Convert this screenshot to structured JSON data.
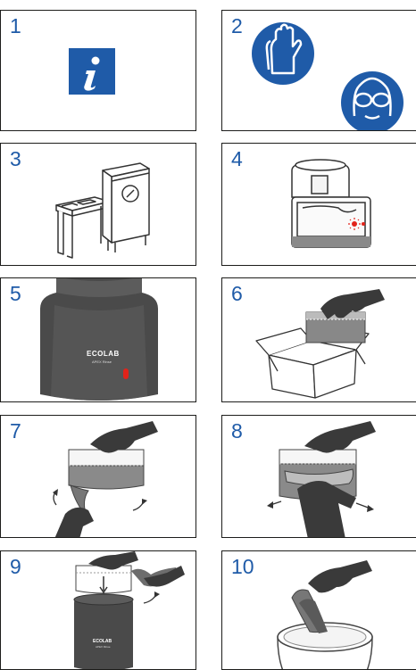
{
  "steps": [
    {
      "number": "1",
      "icon": "info-icon"
    },
    {
      "number": "2",
      "icon": "gloves-and-goggles-icon"
    },
    {
      "number": "3",
      "icon": "dishwasher-icon"
    },
    {
      "number": "4",
      "icon": "dispenser-icon"
    },
    {
      "number": "5",
      "icon": "product-capsule-icon",
      "brand": "ECOLAB",
      "product": "APEX Rinse"
    },
    {
      "number": "6",
      "icon": "remove-from-box-icon"
    },
    {
      "number": "7",
      "icon": "peel-wrap-icon"
    },
    {
      "number": "8",
      "icon": "tear-wrap-icon"
    },
    {
      "number": "9",
      "icon": "insert-capsule-icon",
      "brand": "ECOLAB",
      "product": "APEX Rinse"
    },
    {
      "number": "10",
      "icon": "place-in-bucket-icon"
    }
  ],
  "colors": {
    "accent": "#1f5ba8",
    "dark": "#3a3a3a",
    "border": "#1d1d1b",
    "red": "#e2231a"
  }
}
